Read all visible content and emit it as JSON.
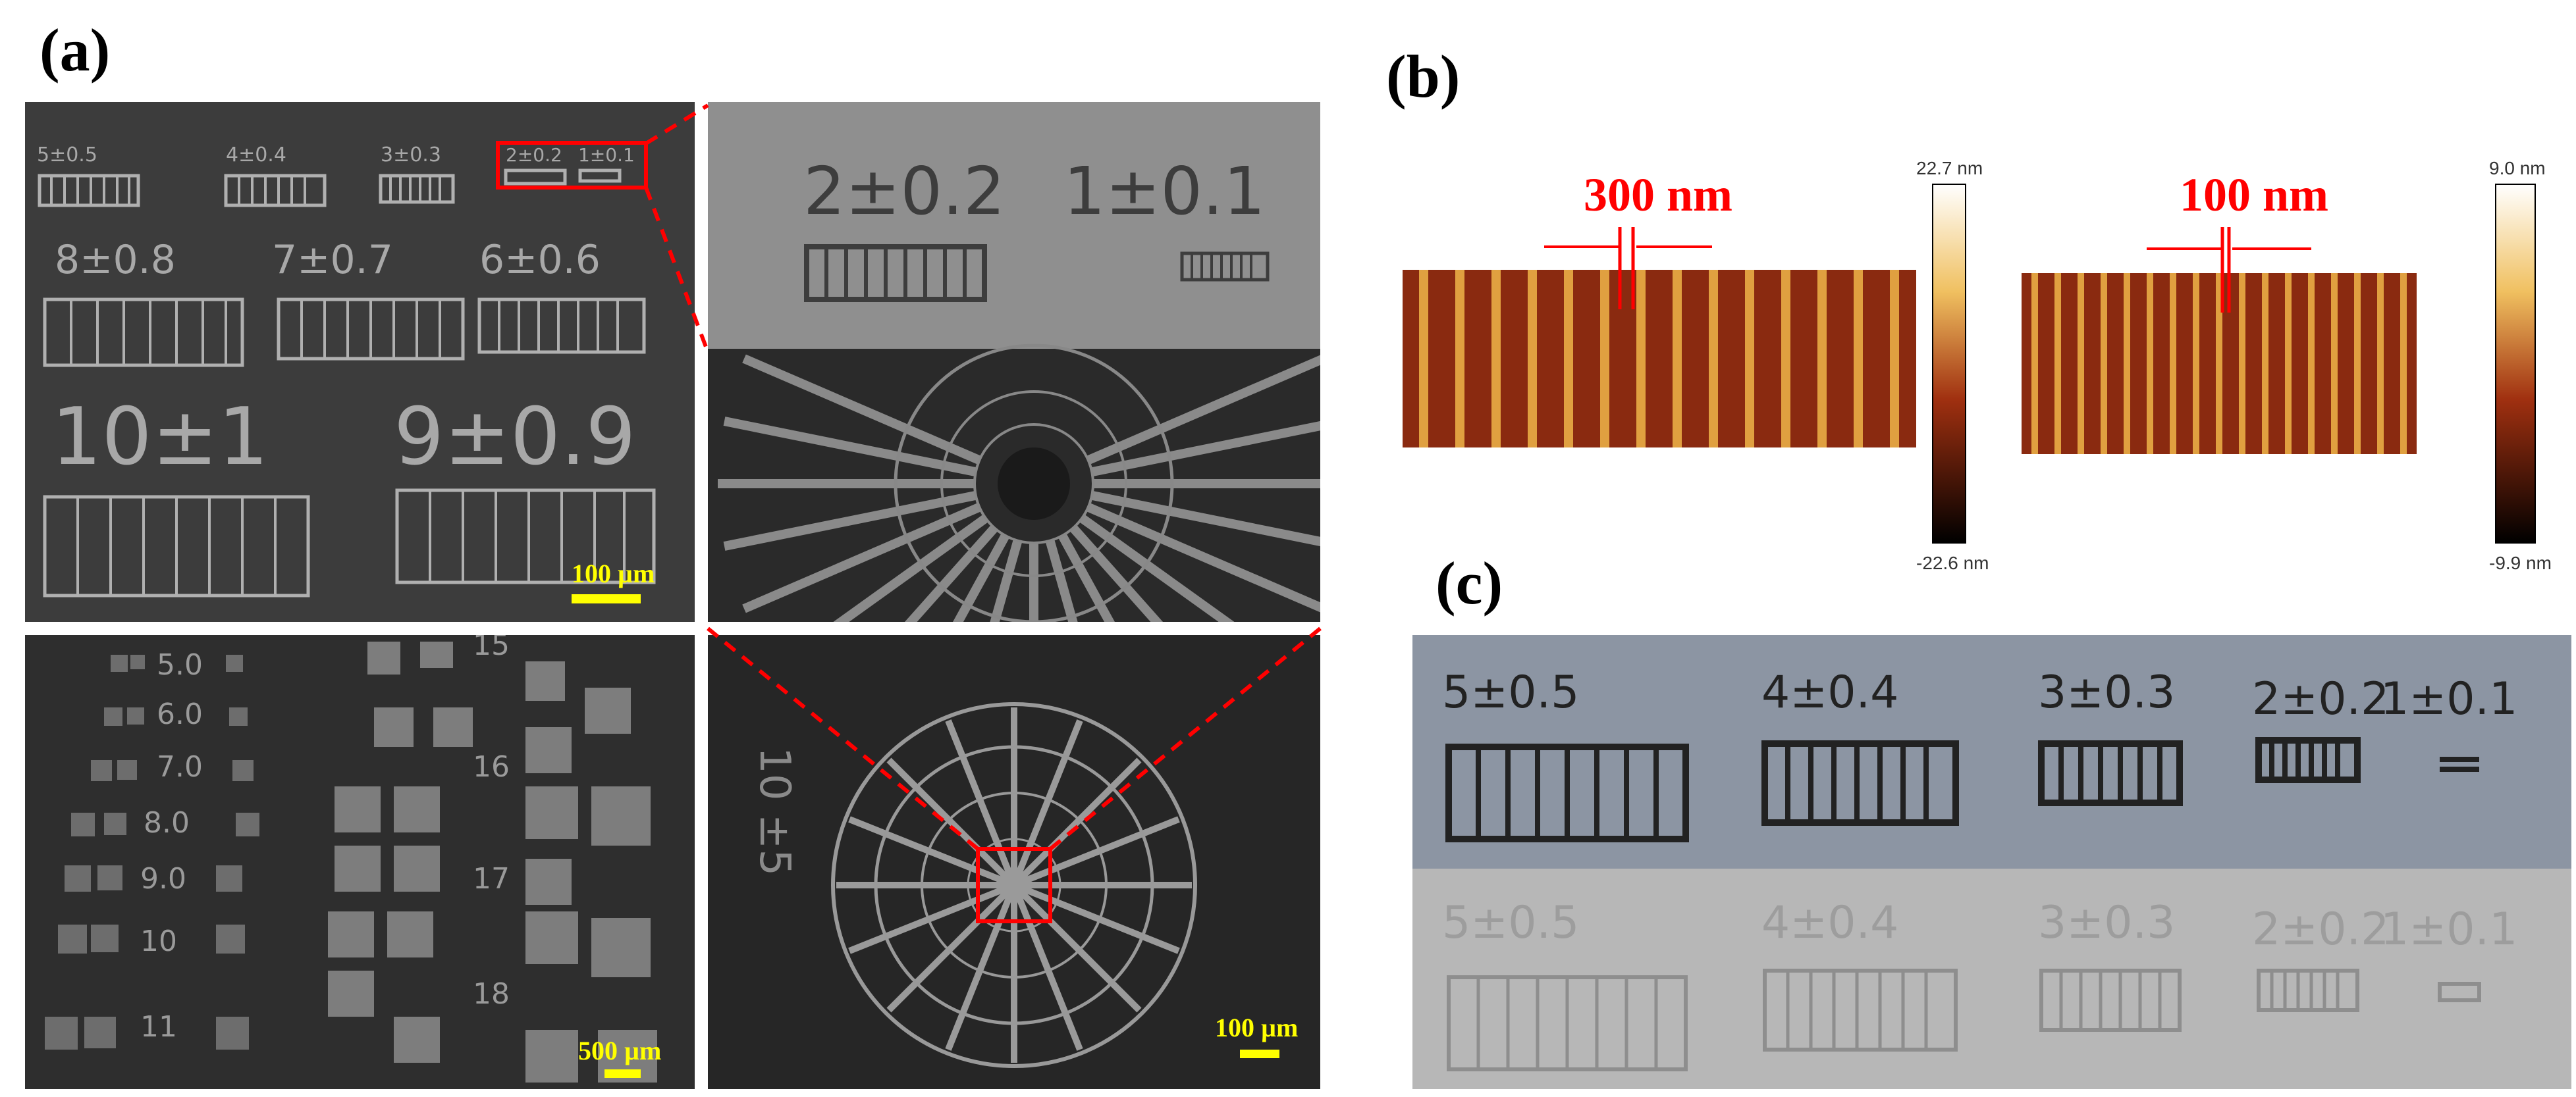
{
  "panels": {
    "a": {
      "letter": "(a)"
    },
    "b": {
      "letter": "(b)"
    },
    "c": {
      "letter": "(c)"
    }
  },
  "a_top_left": {
    "small_labels": [
      "5±0.5",
      "4±0.4",
      "3±0.3",
      "2±0.2",
      "1±0.1"
    ],
    "mid_labels": [
      "8±0.8",
      "7±0.7",
      "6±0.6"
    ],
    "big_labels": [
      "10±1",
      "9±0.9"
    ],
    "scale_bar": "100 µm"
  },
  "a_top_right": {
    "labels": [
      "2±0.2",
      "1±0.1"
    ]
  },
  "a_bottom_left": {
    "col1_labels": [
      "5.0",
      "6.0",
      "7.0",
      "8.0",
      "9.0",
      "10",
      "11"
    ],
    "col2_labels": [
      "15",
      "16",
      "17",
      "18"
    ],
    "scale_bar": "500 µm"
  },
  "a_bottom_right": {
    "label": "10 ±5",
    "scale_bar": "100 µm"
  },
  "b": {
    "left": {
      "label": "300 nm",
      "cb_max": "22.7 nm",
      "cb_min": "-22.6 nm"
    },
    "right": {
      "label": "100 nm",
      "cb_max": "9.0 nm",
      "cb_min": "-9.9 nm"
    }
  },
  "c": {
    "labels": [
      "5±0.5",
      "4±0.4",
      "3±0.3",
      "2±0.2",
      "1±0.1"
    ]
  },
  "colors": {
    "highlight": "#ff0000",
    "scale_text": "#ffff00",
    "sem_bg": "#3a3a3a",
    "afm_stripe": "#8a2a10"
  }
}
